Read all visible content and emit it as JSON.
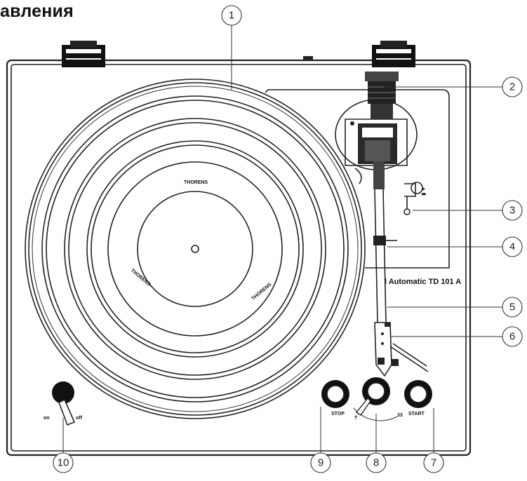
{
  "header": {
    "title": "авления"
  },
  "device": {
    "model_label": "l Automatic TD 101 A",
    "platter_logo": "THORENS",
    "mat_logo_left": "THORENS",
    "mat_logo_right": "THORENS",
    "knob_left_label": "STOP",
    "knob_mid_label_left": "T",
    "knob_mid_label_right": "33",
    "knob_right_label": "START",
    "switch_label_left": "on",
    "switch_label_right": "off"
  },
  "callouts": [
    "1",
    "2",
    "3",
    "4",
    "5",
    "6",
    "7",
    "8",
    "9",
    "10"
  ]
}
